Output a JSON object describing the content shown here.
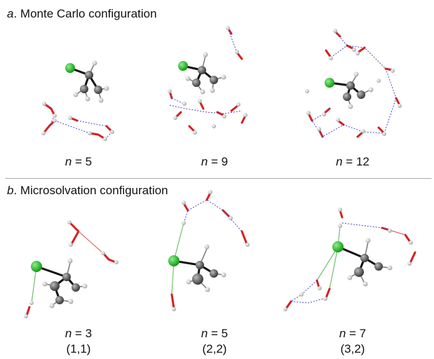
{
  "section_a": {
    "letter": "a",
    "title": ". Monte Carlo configuration"
  },
  "section_b": {
    "letter": "b",
    "title": ". Microsolvation configuration"
  },
  "panels_a": [
    {
      "var": "n",
      "eq": " = 5"
    },
    {
      "var": "n",
      "eq": " = 9"
    },
    {
      "var": "n",
      "eq": " = 12"
    }
  ],
  "panels_b": [
    {
      "var": "n",
      "eq": " = 3",
      "sub": "(1,1)"
    },
    {
      "var": "n",
      "eq": " = 5",
      "sub": "(2,2)"
    },
    {
      "var": "n",
      "eq": " = 7",
      "sub": "(3,2)"
    }
  ],
  "colors": {
    "chlorine": "#22c022",
    "carbon": "#555555",
    "hydrogen": "#d0d0d0",
    "oxygen": "#d42020",
    "hbond": "#4a4ac8",
    "clbond": "#70c070"
  }
}
